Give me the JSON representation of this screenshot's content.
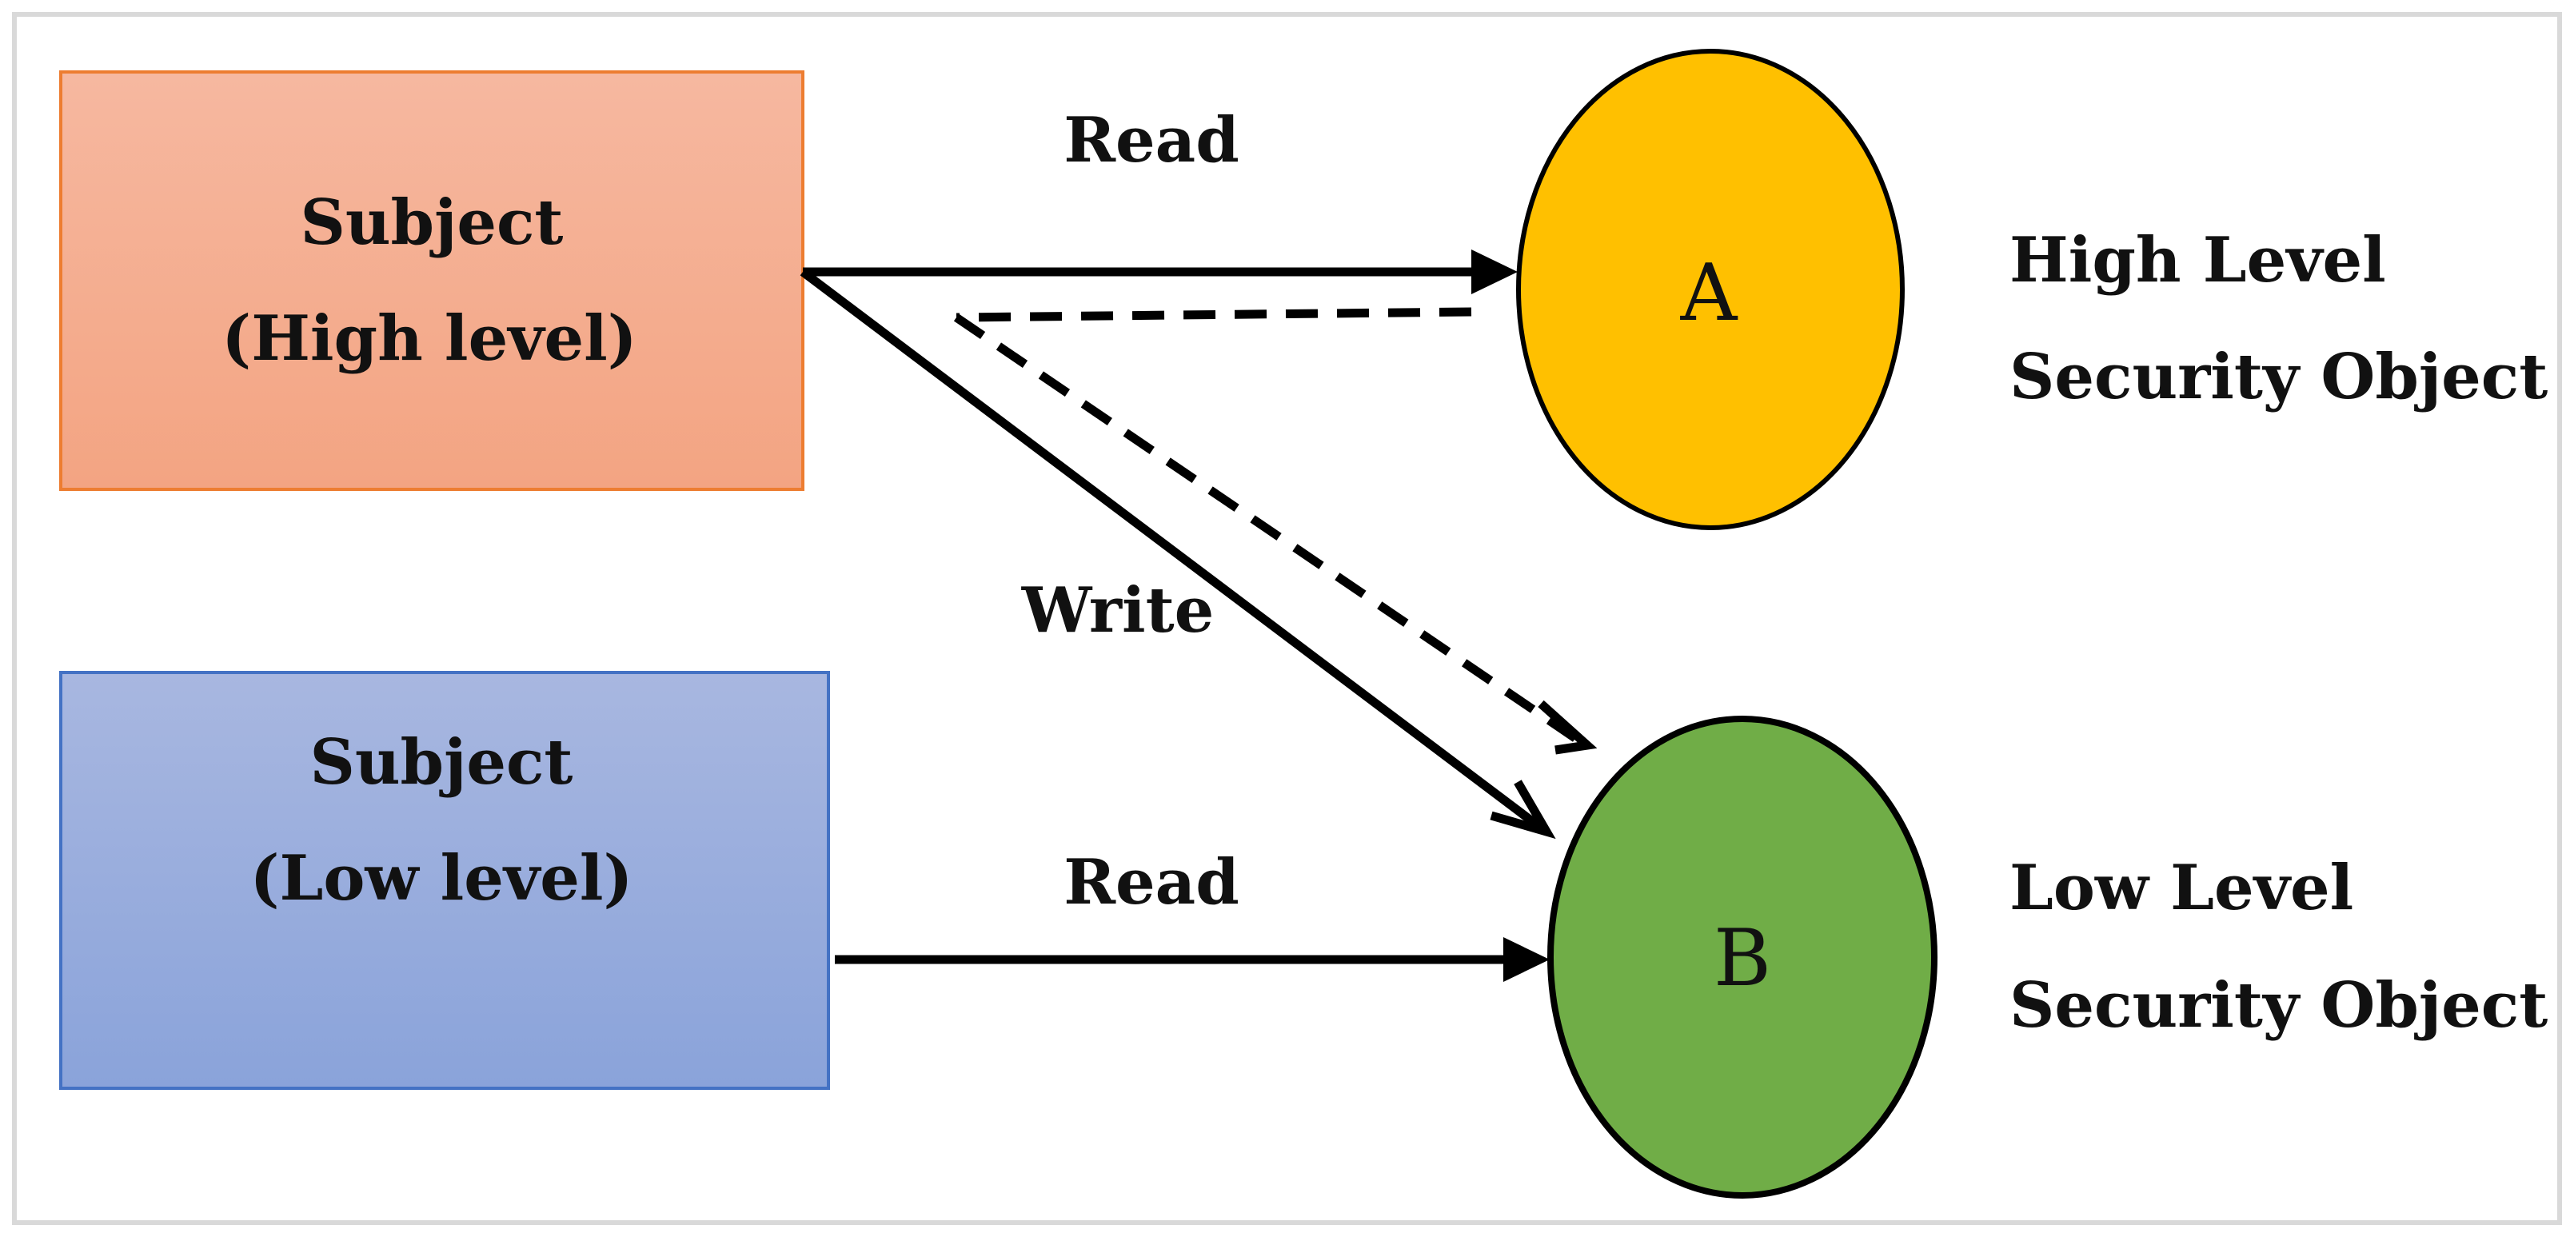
{
  "subjects": {
    "high": {
      "line1": "Subject",
      "line2": "(High level)"
    },
    "low": {
      "line1": "Subject",
      "line2": "(Low level)"
    }
  },
  "objects": {
    "a": {
      "letter": "A",
      "label_line1": "High Level",
      "label_line2": "Security Object"
    },
    "b": {
      "letter": "B",
      "label_line1": "Low Level",
      "label_line2": "Security Object"
    }
  },
  "arrows": {
    "high_read_label": "Read",
    "high_write_label": "Write",
    "low_read_label": "Read"
  },
  "colors": {
    "high_box_top": "#F6B8A0",
    "high_box_bottom": "#F3A482",
    "high_box_border": "#ED7D31",
    "low_box_top": "#A8B7E0",
    "low_box_bottom": "#8AA3DA",
    "low_box_border": "#4472C4",
    "object_a_fill": "#FFC000",
    "object_b_fill": "#70AD47",
    "frame": "#D9D9D9",
    "ink": "#000000"
  }
}
